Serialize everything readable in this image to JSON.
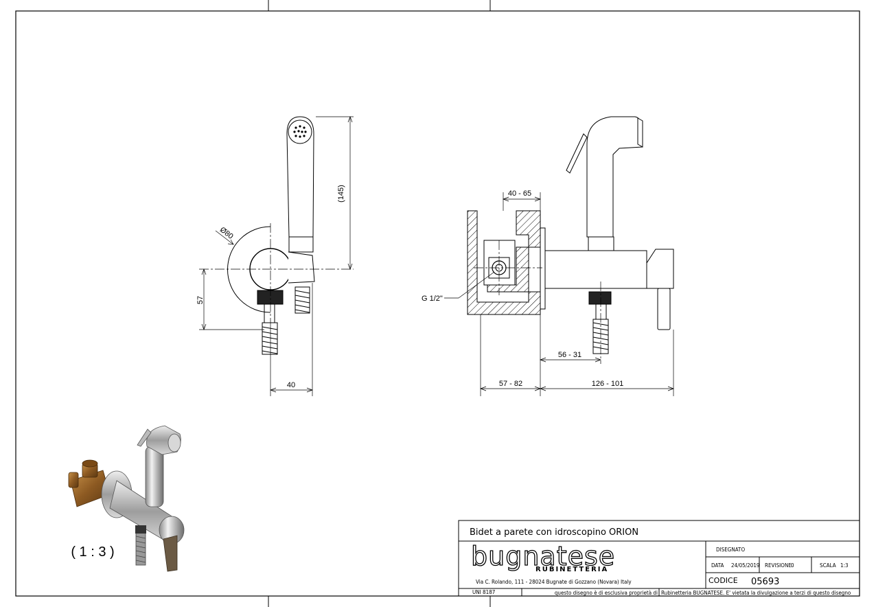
{
  "drawing": {
    "dimensions": {
      "height_145": "(145)",
      "diameter_80": "Ø80",
      "offset_57": "57",
      "width_40": "40",
      "range_40_65": "40 - 65",
      "thread": "G 1/2\"",
      "range_56_31": "56 - 31",
      "range_57_82": "57 - 82",
      "range_126_101": "126 - 101"
    },
    "scale_label": "( 1 : 3 )"
  },
  "title_block": {
    "title": "Bidet a parete con idroscopino ORION",
    "logo_main": "bugnatese",
    "logo_sub": "RUBINETTERIA",
    "address": "Via C. Rolando, 111 - 28024 Bugnate di Gozzano (Novara) Italy",
    "disegnato_label": "DISEGNATO",
    "data_label": "DATA",
    "data_value": "24/05/2019",
    "revisione_label": "REVISIONE",
    "revisione_value": "0",
    "scala_label": "SCALA",
    "scala_value": "1:3",
    "codice_label": "CODICE",
    "codice_value": "05693",
    "uni": "UNI 8187",
    "disclaimer_1": "questo disegno è di esclusiva proprietà di",
    "disclaimer_2": "Rubinetteria BUGNATESE. E' vietata la divulgazione a terzi di questo disegno"
  }
}
